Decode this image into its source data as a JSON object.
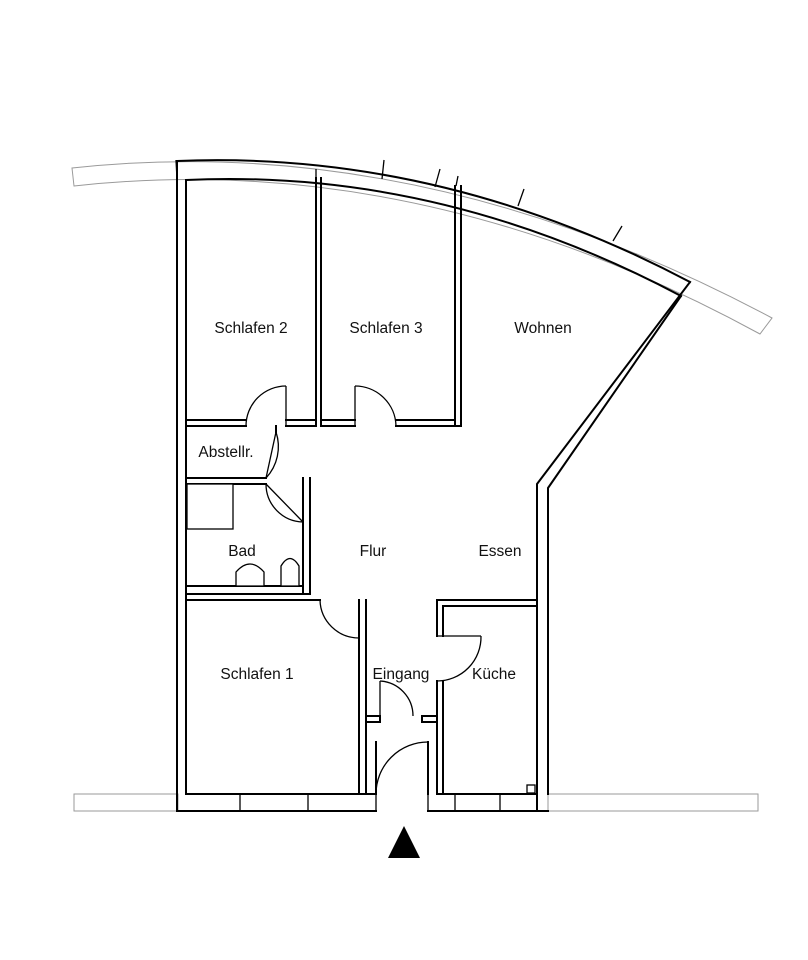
{
  "plan": {
    "rooms": [
      {
        "id": "schlafen-2",
        "label": "Schlafen 2"
      },
      {
        "id": "schlafen-3",
        "label": "Schlafen 3"
      },
      {
        "id": "wohnen",
        "label": "Wohnen"
      },
      {
        "id": "abstellraum",
        "label": "Abstellr."
      },
      {
        "id": "bad",
        "label": "Bad"
      },
      {
        "id": "flur",
        "label": "Flur"
      },
      {
        "id": "essen",
        "label": "Essen"
      },
      {
        "id": "schlafen-1",
        "label": "Schlafen 1"
      },
      {
        "id": "eingang",
        "label": "Eingang"
      },
      {
        "id": "kueche",
        "label": "Küche"
      }
    ],
    "entrance_marker": "triangle-up-icon"
  }
}
